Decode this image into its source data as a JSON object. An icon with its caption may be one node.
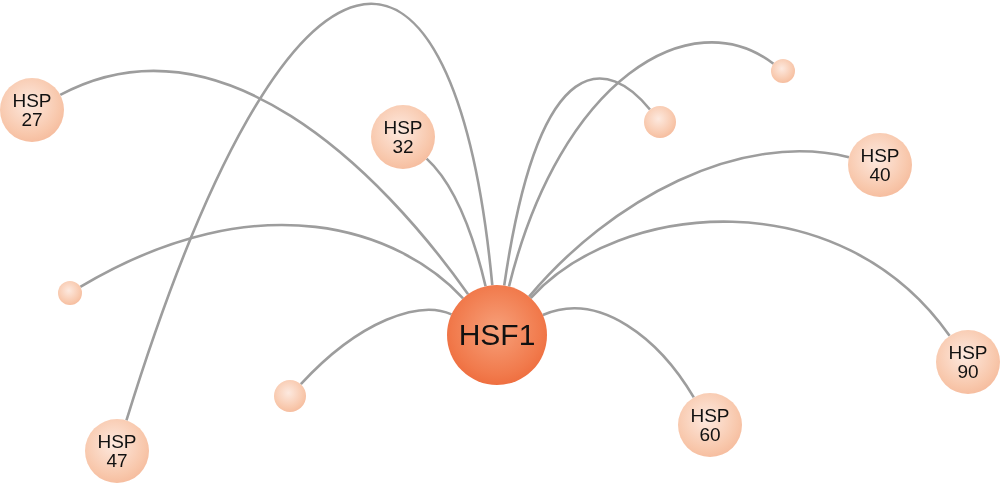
{
  "diagram": {
    "nodes": [
      {
        "text": [
          "HSF1"
        ]
      },
      {
        "text": [
          "HSP 27"
        ]
      },
      {
        "text": [
          "HSP 32"
        ]
      },
      {
        "text": [],
        "shape": "circle"
      },
      {
        "text": [],
        "shape": "circle"
      },
      {
        "text": [
          "HSP 40"
        ]
      },
      {
        "text": [],
        "shape": "circle"
      },
      {
        "text": [],
        "shape": "circle"
      },
      {
        "text": [
          "HSP 90"
        ]
      },
      {
        "text": [
          "HSP 47"
        ]
      },
      {
        "text": [
          "HSP 60"
        ]
      }
    ],
    "edges": [
      {
        "from": 0,
        "to": 1,
        "arrow": "none"
      },
      {
        "from": 0,
        "to": 2,
        "arrow": "none"
      },
      {
        "from": 0,
        "to": 3,
        "arrow": "none"
      },
      {
        "from": 0,
        "to": 4,
        "arrow": "none"
      },
      {
        "from": 0,
        "to": 5,
        "arrow": "none"
      },
      {
        "from": 0,
        "to": 6,
        "arrow": "none"
      },
      {
        "from": 0,
        "to": 7,
        "arrow": "none"
      },
      {
        "from": 0,
        "to": 8,
        "arrow": "none"
      },
      {
        "from": 0,
        "to": 9,
        "arrow": "none"
      },
      {
        "from": 0,
        "to": 10,
        "arrow": "none"
      }
    ]
  }
}
